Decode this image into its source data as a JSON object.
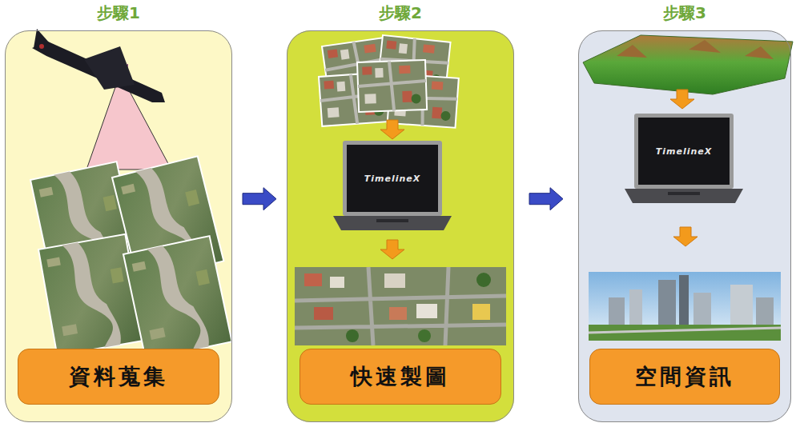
{
  "diagram": {
    "nodes": [
      {
        "text": [
          "步驟1"
        ]
      },
      {
        "text": [
          "資料蒐集"
        ],
        "in": 0
      },
      {
        "text": [
          "步驟2"
        ]
      },
      {
        "text": [
          "快速製圖"
        ],
        "in": 2
      },
      {
        "text": [
          "步驟3"
        ]
      },
      {
        "text": [
          "空間資訊"
        ],
        "in": 4
      }
    ],
    "edges": [
      {
        "from": 0,
        "to": 2,
        "arrow": "to"
      },
      {
        "from": 2,
        "to": 4,
        "arrow": "to"
      }
    ],
    "labels": [
      "TimelineX",
      "TimelineX"
    ]
  }
}
